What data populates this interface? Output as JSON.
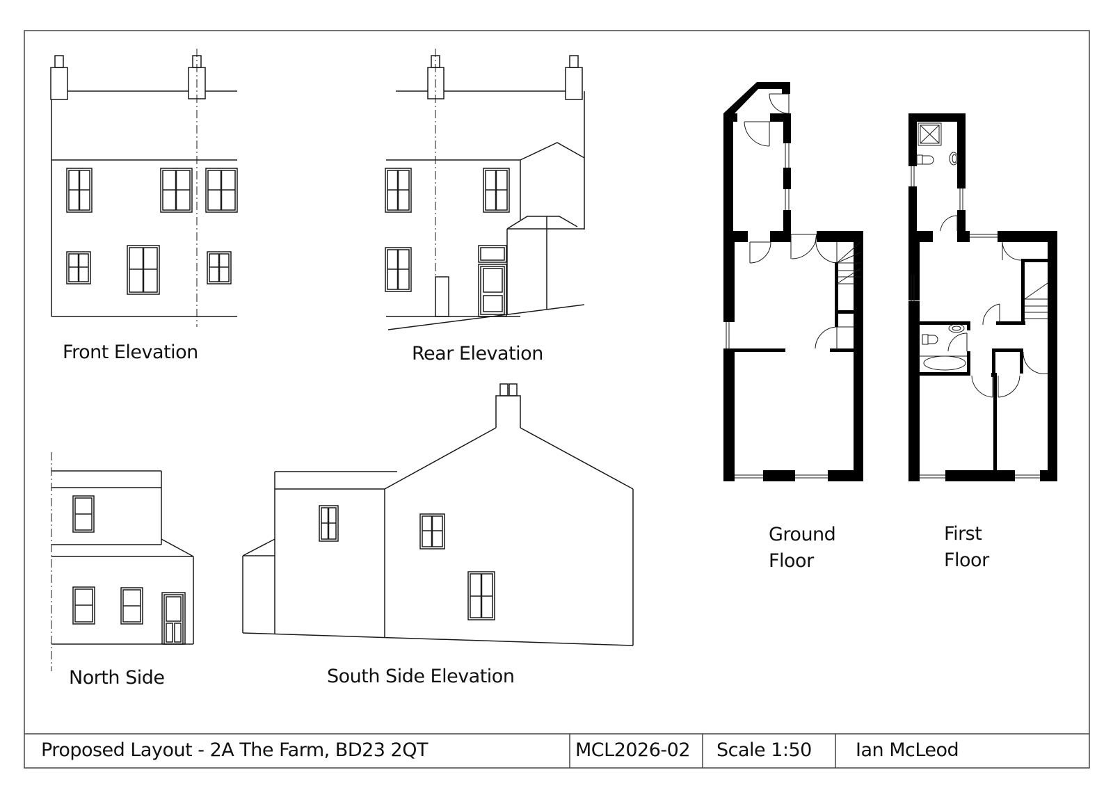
{
  "drawing": {
    "views": {
      "front_elevation": {
        "label": "Front Elevation"
      },
      "rear_elevation": {
        "label": "Rear Elevation"
      },
      "north_side": {
        "label": "North Side"
      },
      "south_side_elevation": {
        "label": "South Side Elevation"
      },
      "ground_floor": {
        "label_line1": "Ground",
        "label_line2": "Floor"
      },
      "first_floor": {
        "label_line1": "First",
        "label_line2": "Floor"
      }
    },
    "title_block": {
      "title": "Proposed Layout - 2A The Farm, BD23 2QT",
      "drawing_number": "MCL2026-02",
      "scale": "Scale 1:50",
      "author": "Ian McLeod"
    },
    "colors": {
      "line": "#1a1a1a",
      "wall_fill": "#000000",
      "background": "#ffffff",
      "border": "#444444"
    }
  }
}
